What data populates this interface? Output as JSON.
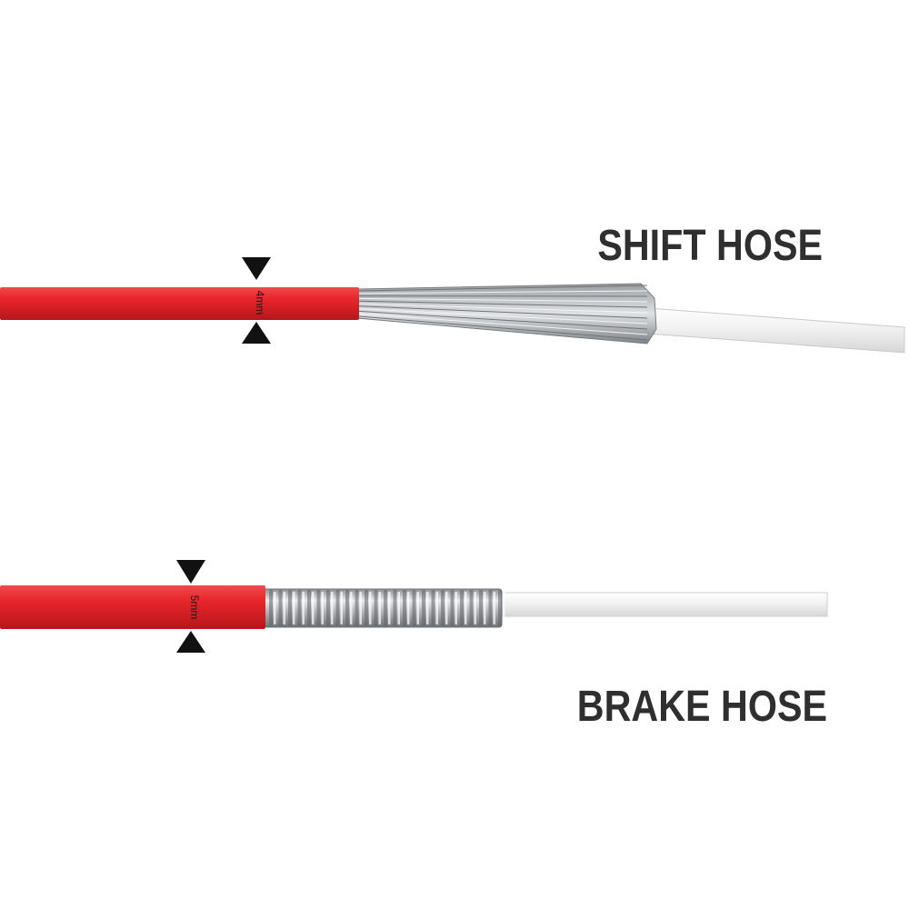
{
  "labels": {
    "shift": "SHIFT HOSE",
    "brake": "BRAKE HOSE"
  },
  "dimensions": {
    "shift": "4mm",
    "brake": "5mm"
  },
  "colors": {
    "housing": "#e8262b",
    "steel": "#b8bcc0",
    "liner": "#f2f2f2",
    "marker": "#111111",
    "text": "#2f2f2f"
  }
}
